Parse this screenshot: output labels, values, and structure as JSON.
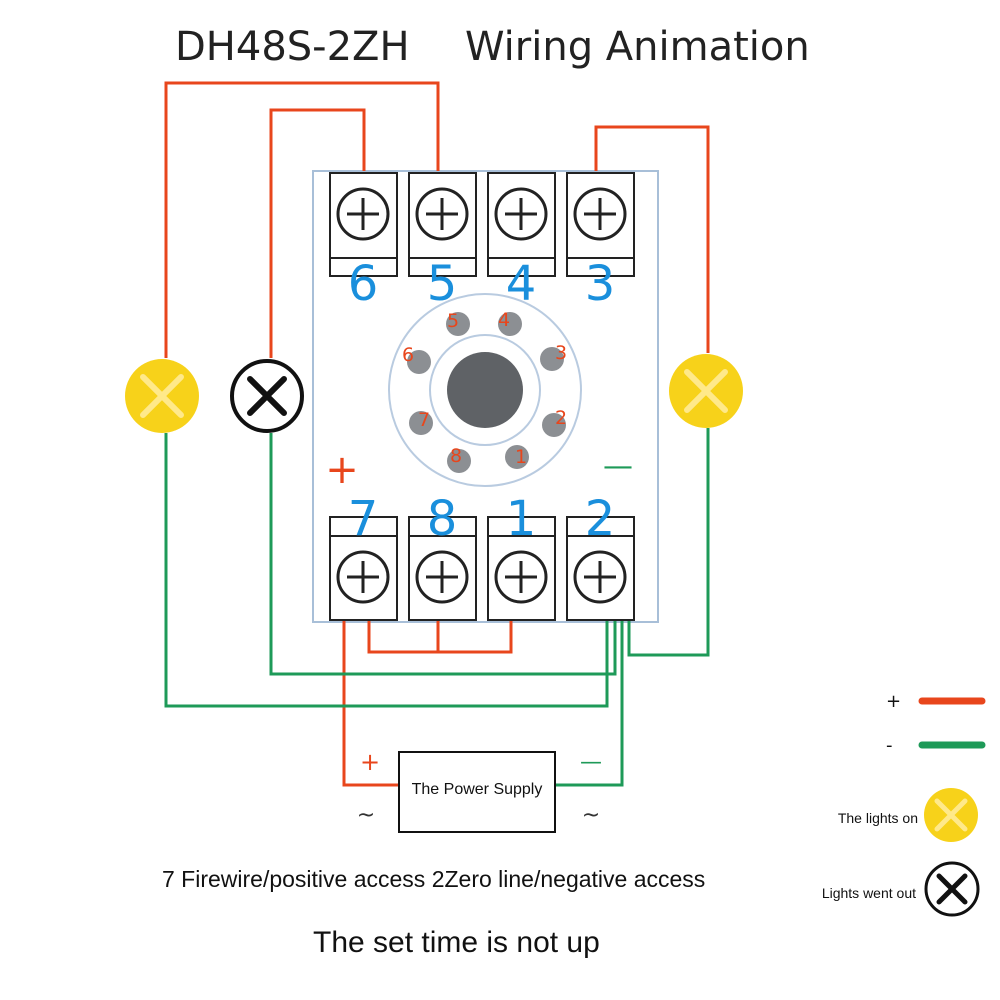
{
  "title": {
    "model": "DH48S-2ZH",
    "subtitle": "Wiring Animation"
  },
  "terminals": {
    "top": [
      "6",
      "5",
      "4",
      "3"
    ],
    "bottom": [
      "7",
      "8",
      "1",
      "2"
    ]
  },
  "socket_pins": [
    "1",
    "2",
    "3",
    "4",
    "5",
    "6",
    "7",
    "8"
  ],
  "polarity": {
    "plus": "+",
    "minus": "—"
  },
  "power_supply": {
    "label": "The Power Supply",
    "plus": "+",
    "minus": "—",
    "ac_left": "~",
    "ac_right": "~"
  },
  "caption": "7 Firewire/positive access  2Zero line/negative access",
  "status": "The set time is not up",
  "lamps": {
    "left_outer": "on",
    "left_inner": "off",
    "right": "on"
  },
  "legend": {
    "plus_sign": "+",
    "minus_sign": "-",
    "lights_on": "The lights on",
    "lights_off": "Lights went out"
  },
  "colors": {
    "positive_wire": "#e8461c",
    "negative_wire": "#1e9a58",
    "lamp_on": "#f7d21a",
    "lamp_cross": "#ffe98a",
    "terminal_number": "#1a8fdc"
  }
}
